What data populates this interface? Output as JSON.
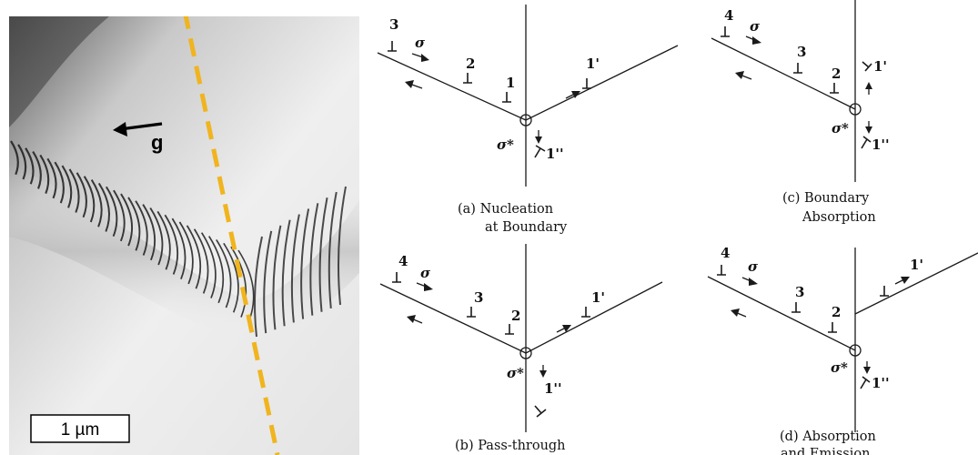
{
  "micrograph": {
    "vector_label": "g",
    "scale_bar_text": "1 µm",
    "boundary_line_color": "#f0b41e"
  },
  "panels": {
    "a": {
      "caption_line1": "(a) Nucleation",
      "caption_line2": "at Boundary",
      "stress_label": "σ",
      "local_stress_label": "σ*",
      "dislocations": [
        "3",
        "2",
        "1",
        "1'",
        "1''"
      ]
    },
    "b": {
      "caption_line1": "(b) Pass-through",
      "stress_label": "σ",
      "local_stress_label": "σ*",
      "dislocations": [
        "4",
        "3",
        "2",
        "1'",
        "1''"
      ]
    },
    "c": {
      "caption_line1": "(c) Boundary",
      "caption_line2": "Absorption",
      "stress_label": "σ",
      "local_stress_label": "σ*",
      "dislocations": [
        "4",
        "3",
        "2",
        "1'",
        "1''"
      ]
    },
    "d": {
      "caption_line1": "(d) Absorption",
      "caption_line2": "and Emission",
      "stress_label": "σ",
      "local_stress_label": "σ*",
      "dislocations": [
        "4",
        "3",
        "2",
        "1'",
        "1''"
      ]
    }
  }
}
